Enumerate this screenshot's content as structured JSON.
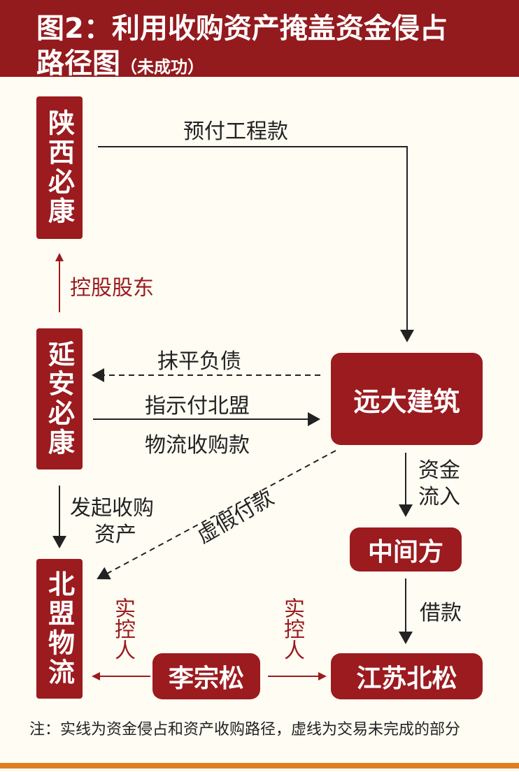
{
  "title": {
    "line1": "图2：利用收购资产掩盖资金侵占",
    "line2": "路径图",
    "subtitle": "（未成功）"
  },
  "nodes": {
    "shaanxi_bikang": "陕西必康",
    "yanan_bikang": "延安必康",
    "beimeng_wuliu": "北盟物流",
    "yuanda_jianzhu": "远大建筑",
    "zhongjianfang": "中间方",
    "jiangsu_beisong": "江苏北松",
    "li_zongsong": "李宗松"
  },
  "edges": {
    "prepay": "预付工程款",
    "holding": "控股股东",
    "offset_debt": "抹平负债",
    "instruct_line1": "指示付北盟",
    "instruct_line2": "物流收购款",
    "fund_in": "资金流入",
    "loan": "借款",
    "initiate_line1": "发起收购",
    "initiate_line2": "资产",
    "fake_pay": "虚假付款",
    "controller_left": "实控人",
    "controller_right": "实控人"
  },
  "note": "注：实线为资金侵占和资产收购路径，虚线为交易未完成的部分",
  "colors": {
    "header": "#931a1d",
    "box": "#9b1b1f",
    "background": "#fffdf3",
    "footer_bar": "#e07f22"
  }
}
